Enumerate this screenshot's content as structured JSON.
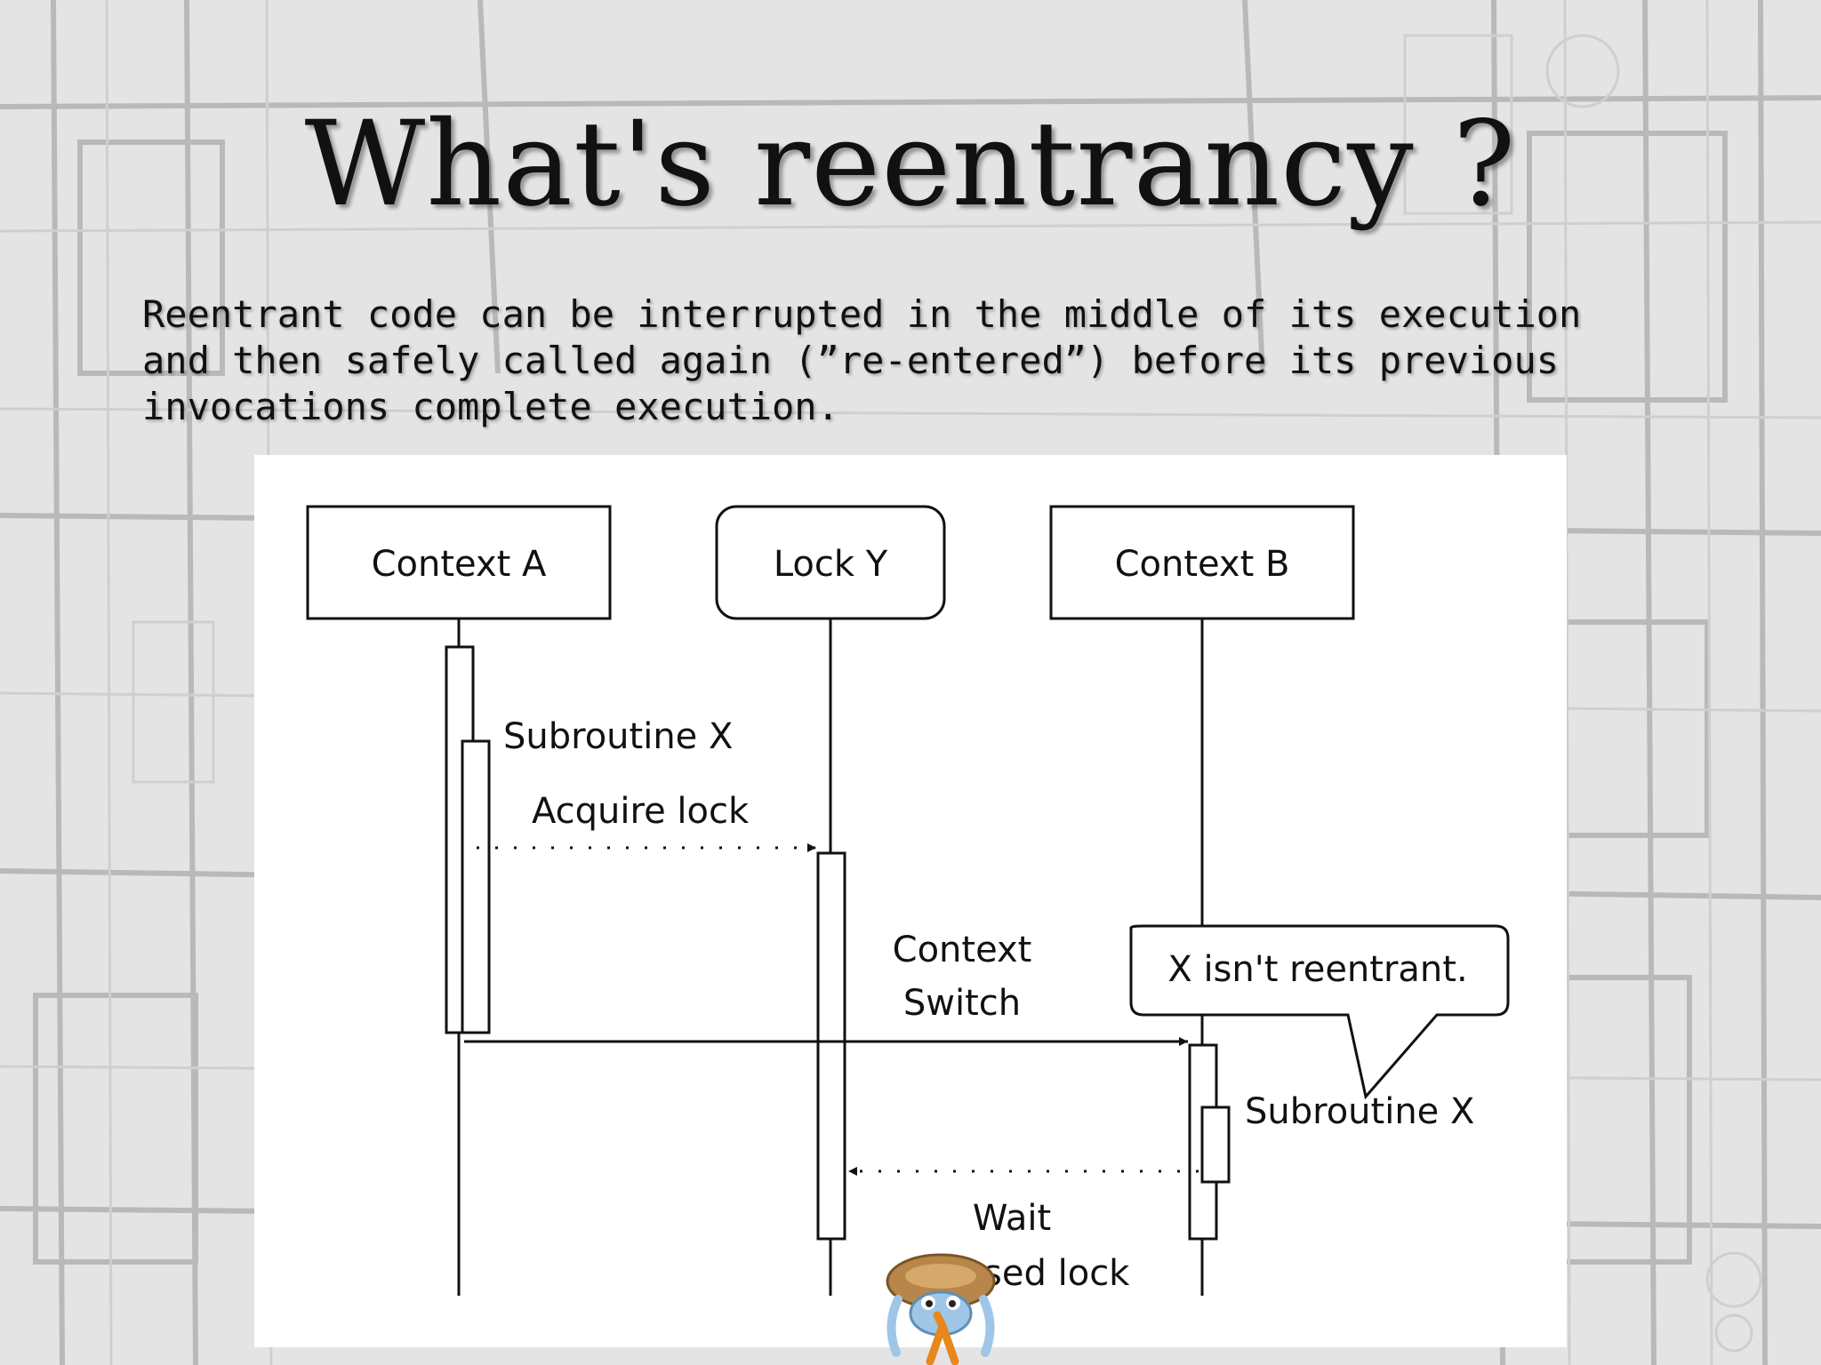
{
  "slide": {
    "title": "What's reentrancy ?",
    "body_lines": [
      "Reentrant code can be interrupted in the middle of its execution",
      "and then safely called again (”re-entered”) before its previous",
      "invocations complete execution."
    ]
  },
  "diagram": {
    "participants": {
      "context_a": "Context A",
      "lock_y": "Lock Y",
      "context_b": "Context B"
    },
    "messages": {
      "subroutine_a": "Subroutine X",
      "acquire_lock": "Acquire lock",
      "context_switch_1": "Context",
      "context_switch_2": "Switch",
      "note": "X isn't reentrant.",
      "subroutine_b": "Subroutine X",
      "wait": "Wait",
      "released_lock": "released lock"
    }
  },
  "colors": {
    "ink": "#111111",
    "mascot_shell": "#b8864a",
    "mascot_body": "#9fc6e6",
    "mascot_lambda": "#e8871e"
  },
  "mascot_icon": "crab-mascot-icon"
}
